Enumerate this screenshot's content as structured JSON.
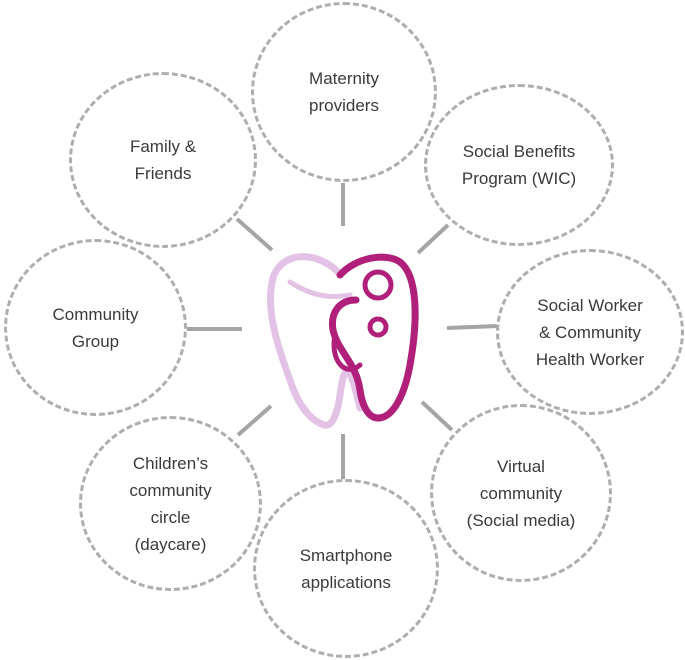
{
  "colors": {
    "node_border": "#aeaeae",
    "node_text": "#3a3a3a",
    "connector": "#a5a5a5",
    "logo_light": "#e2c3e6",
    "logo_dark": "#b0207a"
  },
  "center": {
    "icon": "tooth-mother-child-icon"
  },
  "nodes": [
    {
      "id": "maternity-providers",
      "label": "Maternity\nproviders"
    },
    {
      "id": "social-benefits",
      "label": "Social Benefits\nProgram (WIC)"
    },
    {
      "id": "social-worker",
      "label": "Social Worker\n& Community\nHealth Worker"
    },
    {
      "id": "virtual-community",
      "label": "Virtual\ncommunity\n(Social media)"
    },
    {
      "id": "smartphone-apps",
      "label": "Smartphone\napplications"
    },
    {
      "id": "childrens-circle",
      "label": "Children’s\ncommunity\ncircle\n(daycare)"
    },
    {
      "id": "community-group",
      "label": "Community\nGroup"
    },
    {
      "id": "family-friends",
      "label": "Family &\nFriends"
    }
  ]
}
